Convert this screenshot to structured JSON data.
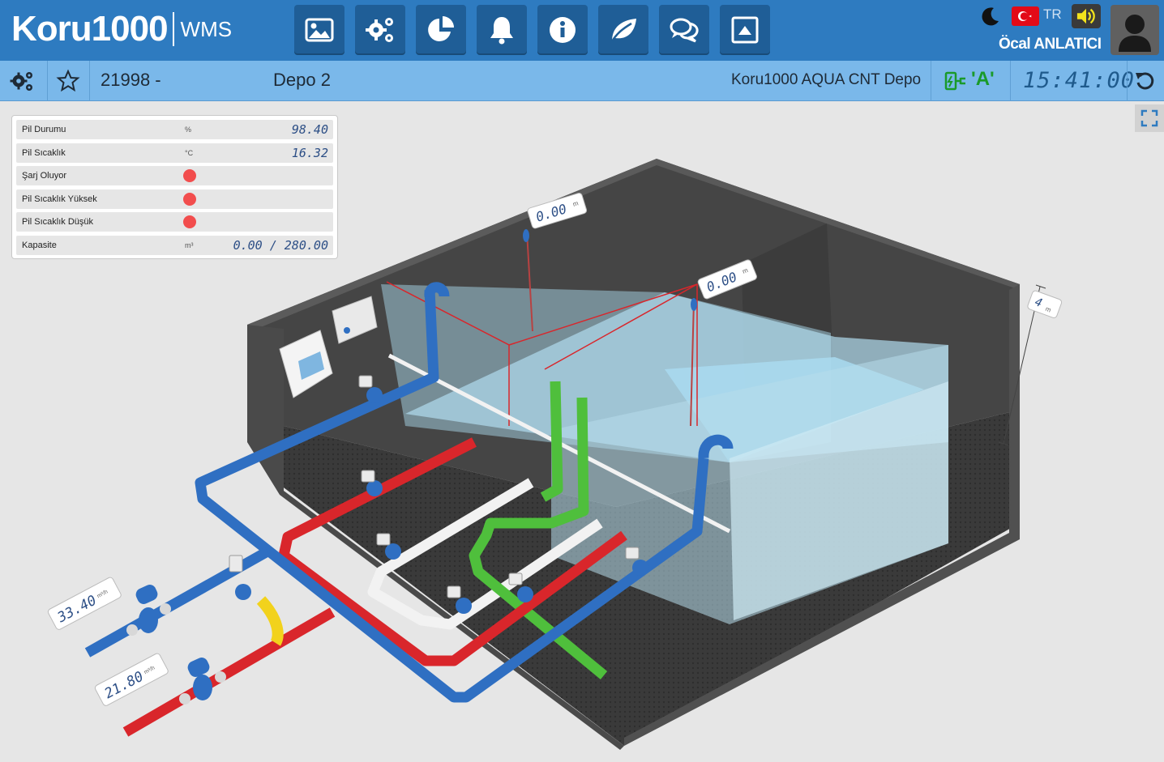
{
  "header": {
    "logo_text": "Koru1000",
    "logo_suffix": "WMS",
    "nav_buttons": [
      {
        "icon": "image-icon"
      },
      {
        "icon": "gears-icon"
      },
      {
        "icon": "pie-chart-icon"
      },
      {
        "icon": "bell-icon"
      },
      {
        "icon": "info-icon"
      },
      {
        "icon": "leaf-icon"
      },
      {
        "icon": "comments-icon"
      },
      {
        "icon": "caret-up-square-icon"
      }
    ],
    "language": "TR",
    "user_name": "Öcal ANLATICI"
  },
  "station": {
    "number": "21998 -",
    "name": "Depo 2",
    "type": "Koru1000 AQUA CNT Depo",
    "mode": "'A'",
    "clock": "15:41:00"
  },
  "info_panel": {
    "rows": [
      {
        "label": "Pil Durumu",
        "unit": "%",
        "value": "98.40"
      },
      {
        "label": "Pil Sıcaklık",
        "unit": "°C",
        "value": "16.32"
      },
      {
        "label": "Şarj Oluyor",
        "status": "off",
        "status_color": "#f24d4d"
      },
      {
        "label": "Pil Sıcaklık Yüksek",
        "status": "off",
        "status_color": "#f24d4d"
      },
      {
        "label": "Pil Sıcaklık Düşük",
        "status": "off",
        "status_color": "#f24d4d"
      },
      {
        "label": "Kapasite",
        "unit": "m³",
        "value": "0.00 / 280.00"
      }
    ]
  },
  "scene": {
    "level_sensor_1": {
      "value": "0.00",
      "unit": "m"
    },
    "level_sensor_2": {
      "value": "0.00",
      "unit": "m"
    },
    "tank_height": {
      "value": "4",
      "unit": "m"
    },
    "flow_meter_1": {
      "value": "33.40",
      "unit": "m³/h"
    },
    "flow_meter_2": {
      "value": "21.80",
      "unit": "m³/h"
    }
  },
  "colors": {
    "header": "#2e7bc0",
    "subbar": "#7ab8ea",
    "pipe_blue": "#2f6fc2",
    "pipe_red": "#d9262b",
    "pipe_green": "#4fbf3c",
    "pipe_white": "#f2f2f2",
    "water": "#a9daf0"
  }
}
